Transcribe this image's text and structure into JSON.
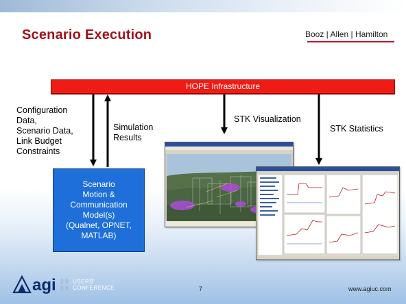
{
  "title": "Scenario Execution",
  "brand": {
    "name": "Booz | Allen | Hamilton",
    "color": "#c8102e"
  },
  "infrastructure_bar": {
    "label": "HOPE Infrastructure",
    "color": "#ee1c14"
  },
  "labels": {
    "config_lines": [
      "Configuration",
      "Data,",
      "Scenario Data,",
      "Link Budget",
      "Constraints"
    ],
    "sim_lines": [
      "Simulation",
      "Results"
    ],
    "stk_visualization": "STK Visualization",
    "stk_statistics": "STK Statistics"
  },
  "model_box": {
    "lines": [
      "Scenario",
      "Motion &",
      "Communication",
      "Model(s)",
      "(Qualnet, OPNET,",
      "MATLAB)"
    ],
    "color": "#1e6fd9"
  },
  "footer": {
    "page_number": "7",
    "url": "www.agiuc.com"
  },
  "logo": {
    "wordmark": "agi",
    "tagline": "USERS' CONFERENCE",
    "year_digits": [
      "2",
      "0",
      "0",
      "8"
    ]
  }
}
